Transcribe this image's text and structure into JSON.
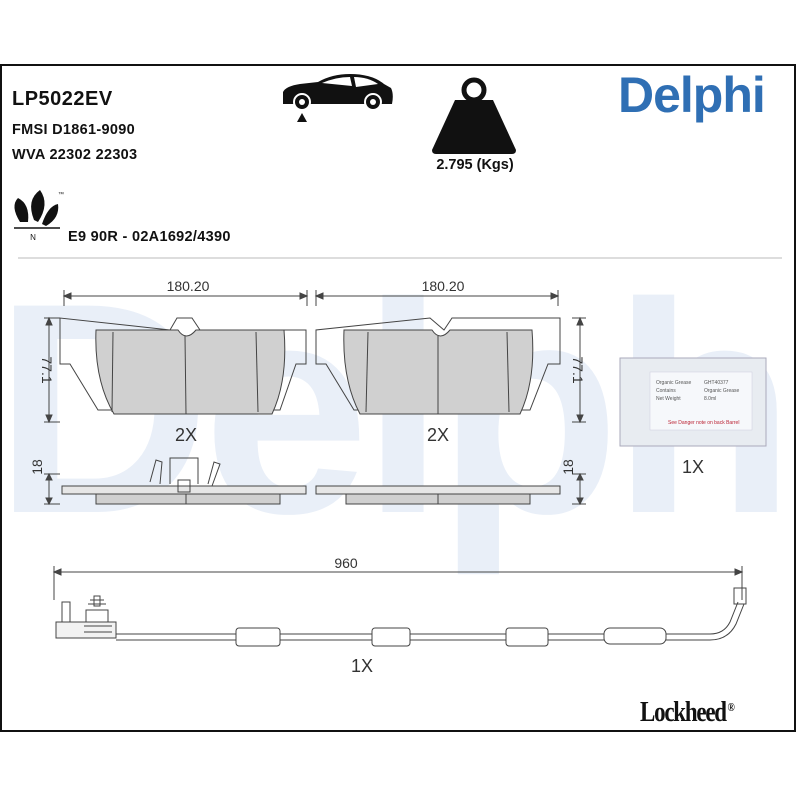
{
  "part": {
    "code": "LP5022EV",
    "fmsi": "FMSI D1861-9090",
    "wva": "WVA 22302 22303",
    "approval": "E9 90R - 02A1692/4390"
  },
  "weight": {
    "label": "2.795 (Kgs)"
  },
  "branding": {
    "header_brand": "Delphi",
    "watermark": "Delphi",
    "footer_brand": "Lockheed",
    "footer_mark": "®",
    "leaf_tm": "™",
    "leaf_letter": "N",
    "header_brand_color": "#2f6fb4"
  },
  "pads": {
    "left": {
      "width": "180.20",
      "height": "77.1",
      "thickness": "18",
      "quantity": "2X"
    },
    "right": {
      "width": "180.20",
      "height": "77.1",
      "thickness": "18",
      "quantity": "2X"
    }
  },
  "grease_packet": {
    "quantity": "1X",
    "lines": [
      "Organic Grease",
      "Contains",
      "Net Weight"
    ],
    "values": [
      "GHT40377",
      "Organic Grease",
      "8.0ml"
    ],
    "warning": "See Danger note on back Barrel"
  },
  "wear_sensor": {
    "length": "960",
    "quantity": "1X"
  },
  "icons": [
    "car-axle-icon",
    "weight-icon",
    "eco-leaf-icon"
  ]
}
